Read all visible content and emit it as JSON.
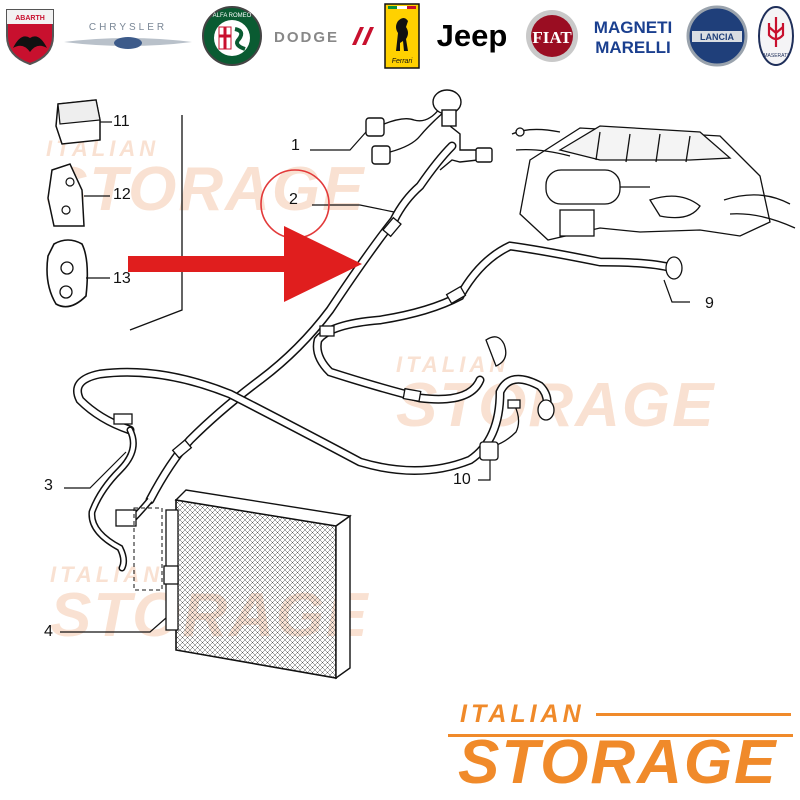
{
  "logos": [
    {
      "name": "abarth",
      "label": "ABARTH",
      "color": "#c8102e"
    },
    {
      "name": "chrysler",
      "label": "CHRYSLER",
      "color": "#7a8796"
    },
    {
      "name": "alfa-romeo",
      "label": "ALFA ROMEO",
      "color": "#0a5b32"
    },
    {
      "name": "dodge",
      "label": "DODGE",
      "color": "#888888"
    },
    {
      "name": "ferrari",
      "label": "Ferrari",
      "color": "#ffd100"
    },
    {
      "name": "jeep",
      "label": "Jeep",
      "color": "#000000"
    },
    {
      "name": "fiat",
      "label": "FIAT",
      "color": "#b0102a"
    },
    {
      "name": "magneti-marelli",
      "label": "MAGNETI MARELLI",
      "color": "#1a3f8f"
    },
    {
      "name": "lancia",
      "label": "LANCIA",
      "color": "#1f3f7a"
    },
    {
      "name": "maserati",
      "label": "MASERATI",
      "color": "#c8102e"
    }
  ],
  "callouts": {
    "c1": "1",
    "c2": "2",
    "c3": "3",
    "c4": "4",
    "c9": "9",
    "c10": "10",
    "c11": "11",
    "c12": "12",
    "c13": "13"
  },
  "watermark": {
    "small": "ITALIAN",
    "big": "STORAGE",
    "color": "#f7d8c3"
  },
  "brand": {
    "small": "ITALIAN",
    "big": "STORAGE",
    "color": "#f08a2a"
  },
  "highlight": {
    "circle_color": "#e23a3a",
    "arrow_color": "#e01e1e",
    "part": "2"
  }
}
